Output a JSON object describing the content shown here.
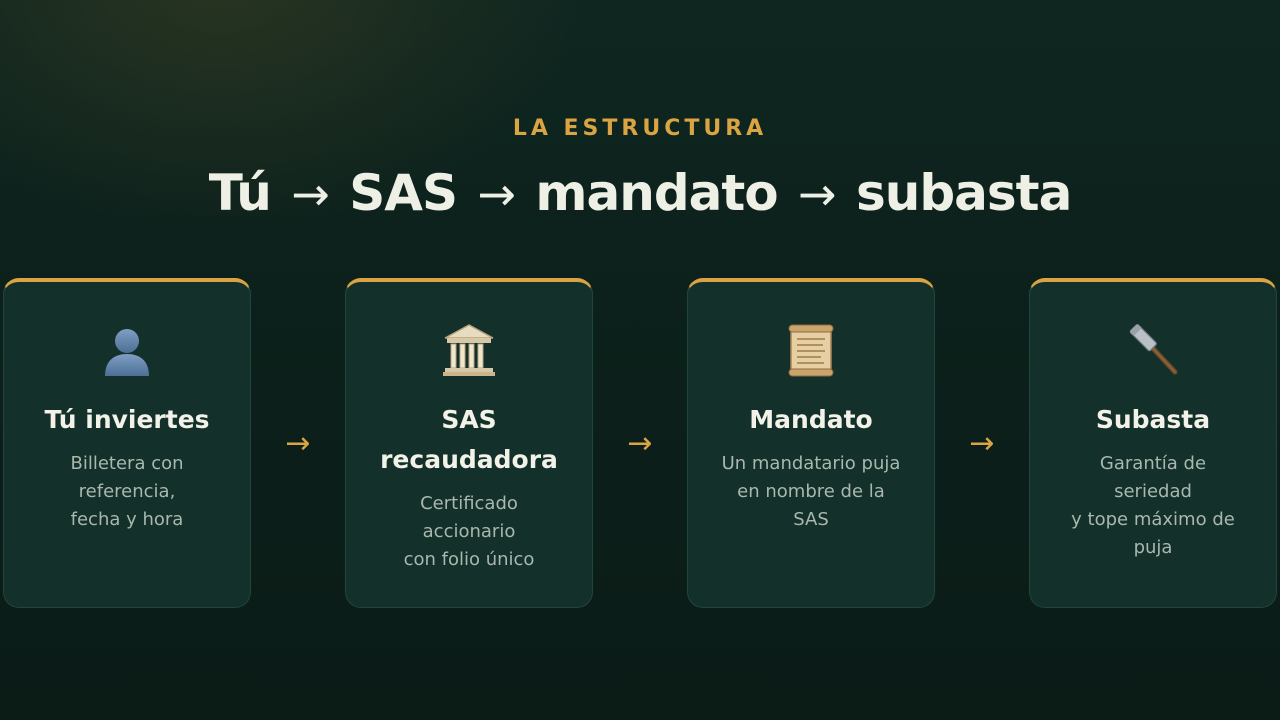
{
  "header": {
    "eyebrow": "LA ESTRUCTURA",
    "title_parts": [
      "Tú",
      "SAS",
      "mandato",
      "subasta"
    ],
    "title_separator": "→"
  },
  "cards": [
    {
      "icon": "person-icon",
      "title": "Tú inviertes",
      "description": "Billetera con\nreferencia,\nfecha y hora"
    },
    {
      "icon": "bank-building-icon",
      "title": "SAS recaudadora",
      "description": "Certificado\naccionario\ncon folio único"
    },
    {
      "icon": "scroll-icon",
      "title": "Mandato",
      "description": "Un mandatario puja\nen nombre de la\nSAS"
    },
    {
      "icon": "hammer-icon",
      "title": "Subasta",
      "description": "Garantía de\nseriedad\ny tope máximo de\npuja"
    }
  ],
  "flow_arrow": "→",
  "colors": {
    "accent": "#d9a441",
    "background": "#0c1f1a",
    "card": "#13302a",
    "title": "#eef0e6",
    "muted_text": "#a9b7ae"
  }
}
